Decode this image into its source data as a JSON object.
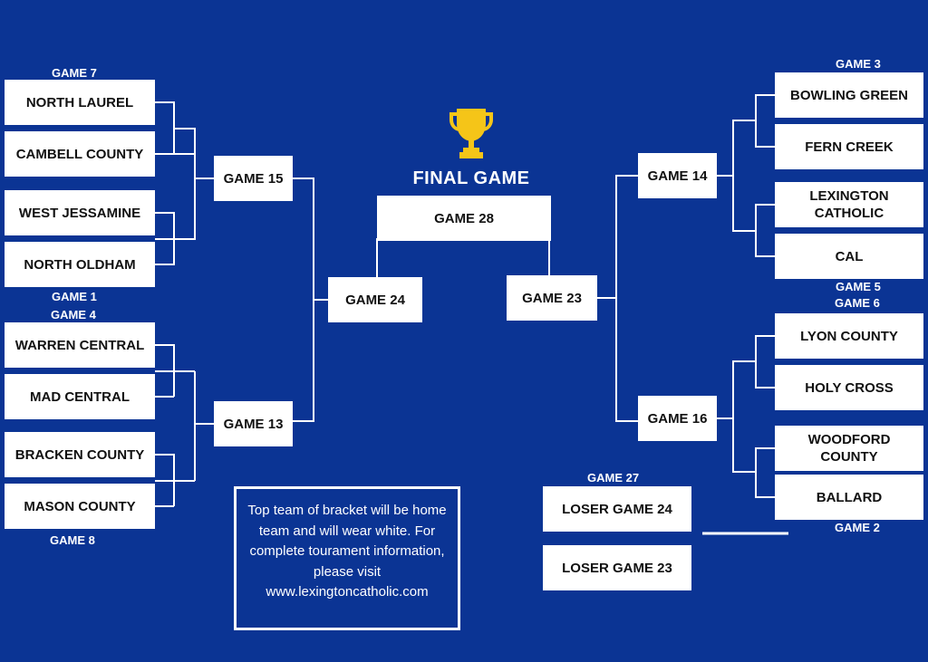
{
  "final": {
    "title": "FINAL GAME",
    "game": "GAME 28"
  },
  "left": {
    "labels": {
      "game7": "GAME 7",
      "game1": "GAME 1",
      "game4": "GAME 4",
      "game8": "GAME 8"
    },
    "teams": [
      "NORTH LAUREL",
      "CAMBELL COUNTY",
      "WEST JESSAMINE",
      "NORTH OLDHAM",
      "WARREN CENTRAL",
      "MAD CENTRAL",
      "BRACKEN COUNTY",
      "MASON COUNTY"
    ],
    "games": {
      "g15": "GAME 15",
      "g13": "GAME 13",
      "g24": "GAME 24"
    }
  },
  "right": {
    "labels": {
      "game3": "GAME 3",
      "game5": "GAME 5",
      "game6": "GAME 6",
      "game2": "GAME 2"
    },
    "teams": [
      "BOWLING GREEN",
      "FERN CREEK",
      "LEXINGTON CATHOLIC",
      "CAL",
      "LYON COUNTY",
      "HOLY CROSS",
      "WOODFORD COUNTY",
      "BALLARD"
    ],
    "games": {
      "g14": "GAME 14",
      "g16": "GAME 16",
      "g23": "GAME 23"
    }
  },
  "consolation": {
    "label": "GAME 27",
    "loser24": "LOSER GAME 24",
    "loser23": "LOSER GAME 23"
  },
  "note": "Top team of bracket will be home team and will wear white. For complete tourament information, please visit www.lexingtoncatholic.com",
  "colors": {
    "background": "#0b3494",
    "box": "#ffffff",
    "line": "#ffffff",
    "trophy": "#f5c518"
  },
  "icons": {
    "trophy": "trophy-icon"
  }
}
